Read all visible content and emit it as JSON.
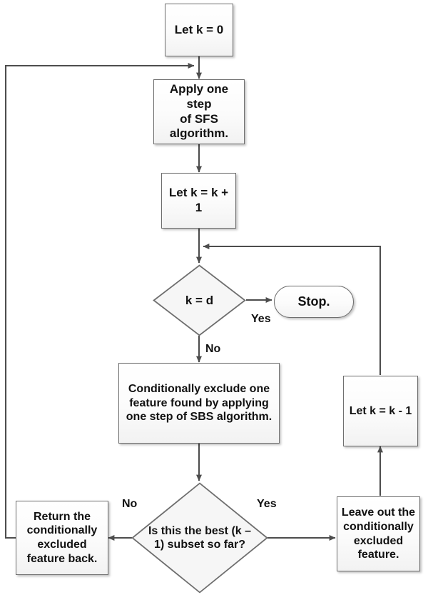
{
  "diagram": {
    "title": "SFFS / SBFS feature selection flowchart",
    "background": "#ffffff",
    "node_fill": "#f7f7f7",
    "node_border": "#6e6e6e",
    "arrow_color": "#4d4d4d",
    "text_color": "#111111"
  },
  "nodes": {
    "start": {
      "label": "Let k = 0",
      "shape": "process",
      "font_size": "17px"
    },
    "sfs_step": {
      "label": "Apply one step\nof SFS\nalgorithm.",
      "shape": "process",
      "font_size": "17px"
    },
    "increment_k": {
      "label": "Let k = k +\n1",
      "shape": "process",
      "font_size": "17px"
    },
    "check_k_equals_d": {
      "label": "k = d",
      "shape": "decision",
      "font_size": "17px"
    },
    "stop": {
      "label": "Stop.",
      "shape": "terminator",
      "font_size": "18px"
    },
    "sbs_step": {
      "label": "Conditionally exclude one\nfeature found by applying\none step of SBS algorithm.",
      "shape": "process",
      "font_size": "16px"
    },
    "decrement_k": {
      "label": "Let k = k - 1",
      "shape": "process",
      "font_size": "16px"
    },
    "check_best_subset": {
      "label": "Is this the best (k –\n1) subset so far?",
      "shape": "decision",
      "font_size": "16px"
    },
    "return_feature": {
      "label": "Return the\nconditionally\nexcluded\nfeature back.",
      "shape": "process",
      "font_size": "16px"
    },
    "leave_out_feature": {
      "label": "Leave out the\nconditionally\nexcluded\nfeature.",
      "shape": "process",
      "font_size": "16px"
    }
  },
  "edge_labels": {
    "k_equals_d_yes": "Yes",
    "k_equals_d_no": "No",
    "best_subset_no": "No",
    "best_subset_yes": "Yes"
  }
}
